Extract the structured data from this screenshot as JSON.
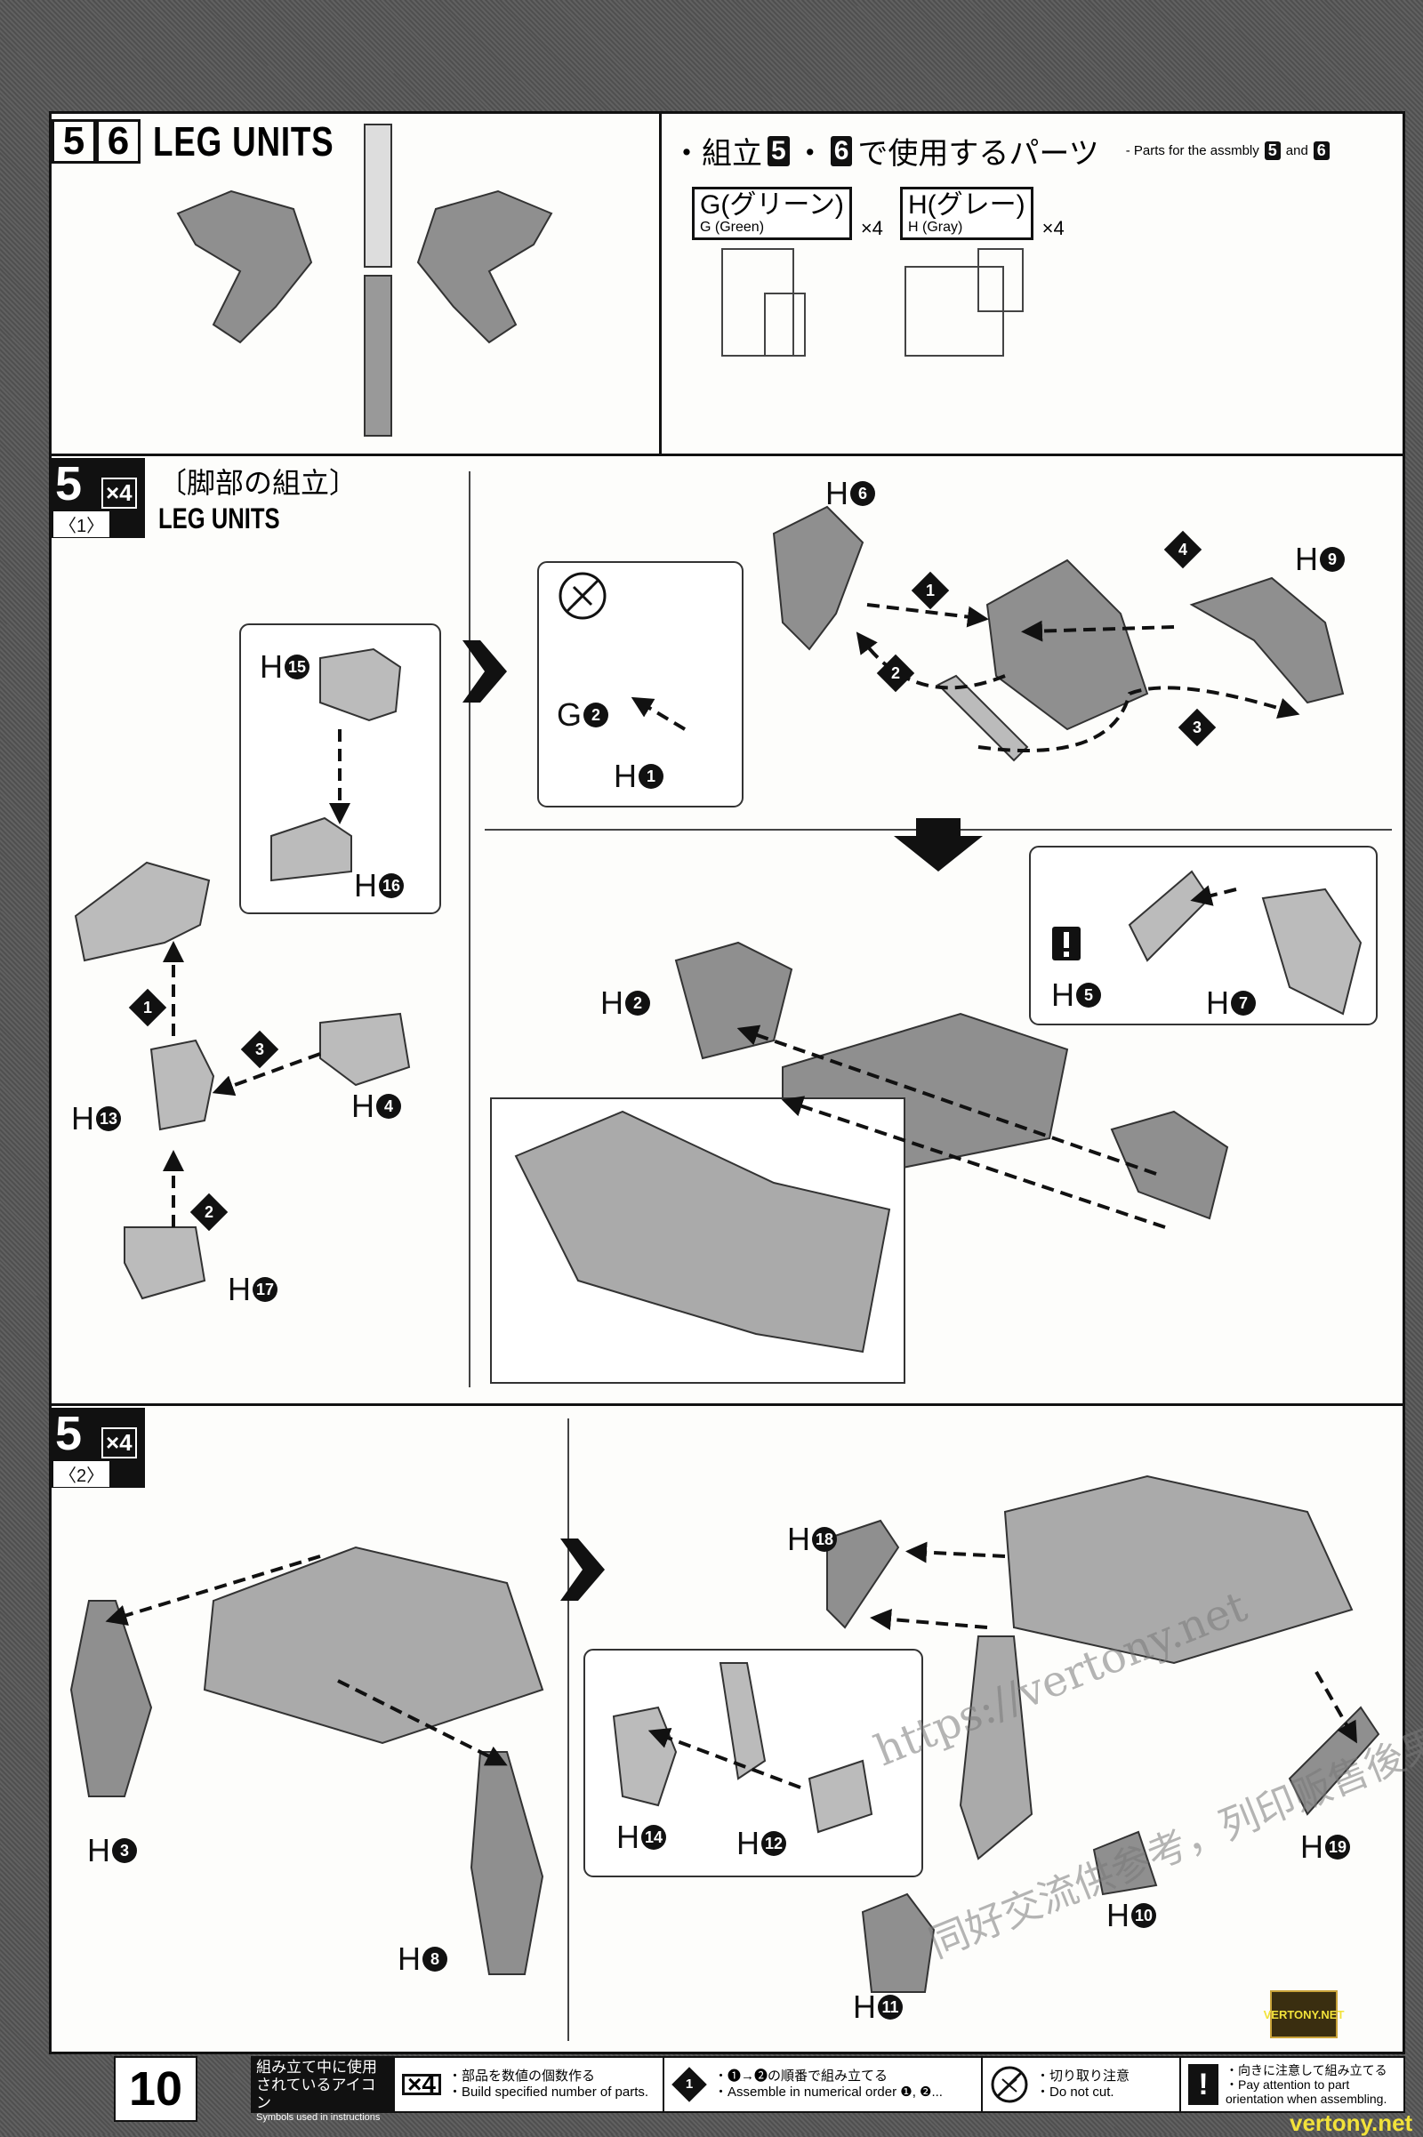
{
  "header": {
    "step_numbers": [
      "5",
      "6"
    ],
    "title": "LEG UNITS"
  },
  "parts": {
    "heading_jp_prefix": "・組立",
    "heading_num1": "5",
    "heading_sep": "・",
    "heading_num2": "6",
    "heading_jp_suffix": "で使用するパーツ",
    "heading_en_prefix": "- Parts for the assmbly",
    "heading_en_num1": "5",
    "heading_en_and": "and",
    "heading_en_num2": "6",
    "runners": [
      {
        "jp": "G(グリーン)",
        "en": "G (Green)",
        "qty": "×4"
      },
      {
        "jp": "H(グレー)",
        "en": "H (Gray)",
        "qty": "×4"
      }
    ]
  },
  "step1": {
    "num": "5",
    "sub": "〈1〉",
    "qty": "×4",
    "title_jp": "〔脚部の組立〕",
    "title_en": "LEG UNITS"
  },
  "step2": {
    "num": "5",
    "sub": "〈2〉",
    "qty": "×4"
  },
  "labels": {
    "H15": {
      "letter": "H",
      "num": "15"
    },
    "H16": {
      "letter": "H",
      "num": "16"
    },
    "H13": {
      "letter": "H",
      "num": "13"
    },
    "H4": {
      "letter": "H",
      "num": "4"
    },
    "H17": {
      "letter": "H",
      "num": "17"
    },
    "G2": {
      "letter": "G",
      "num": "2"
    },
    "H1": {
      "letter": "H",
      "num": "1"
    },
    "H6": {
      "letter": "H",
      "num": "6"
    },
    "H9": {
      "letter": "H",
      "num": "9"
    },
    "H2": {
      "letter": "H",
      "num": "2"
    },
    "H5": {
      "letter": "H",
      "num": "5"
    },
    "H7": {
      "letter": "H",
      "num": "7"
    },
    "H3": {
      "letter": "H",
      "num": "3"
    },
    "H8": {
      "letter": "H",
      "num": "8"
    },
    "H14": {
      "letter": "H",
      "num": "14"
    },
    "H12": {
      "letter": "H",
      "num": "12"
    },
    "H18": {
      "letter": "H",
      "num": "18"
    },
    "H19": {
      "letter": "H",
      "num": "19"
    },
    "H10": {
      "letter": "H",
      "num": "10"
    },
    "H11": {
      "letter": "H",
      "num": "11"
    }
  },
  "order_marks": [
    "1",
    "2",
    "3",
    "4"
  ],
  "footer": {
    "page_number": "10",
    "legend_title_jp": "組み立て中に使用されているアイコン",
    "legend_title_en": "Symbols used in instructions",
    "items": [
      {
        "icon": "x4-icon",
        "symbol": "×4",
        "jp": "・部品を数値の個数作る",
        "en": "・Build specified number of parts."
      },
      {
        "icon": "order-diamond-icon",
        "symbol": "1",
        "jp": "・❶→❷の順番で組み立てる",
        "en": "・Assemble in numerical order ❶, ❷..."
      },
      {
        "icon": "do-not-cut-icon",
        "jp": "・切り取り注意",
        "en": "・Do not cut."
      },
      {
        "icon": "exclamation-icon",
        "symbol": "!",
        "jp": "・向きに注意して組み立てる",
        "en": "・Pay attention to part orientation when assembling."
      }
    ]
  },
  "watermark": {
    "url": "https://vertony.net",
    "cn": "同好交流供参考，列印贩售後果自负",
    "logo": "VERTONY.NET",
    "corner": "vertony.net"
  },
  "colors": {
    "part_gray": "#9a9a9a",
    "part_dark": "#6e6e6e",
    "ink": "#111111",
    "logo_yellow": "#f2e23a"
  }
}
